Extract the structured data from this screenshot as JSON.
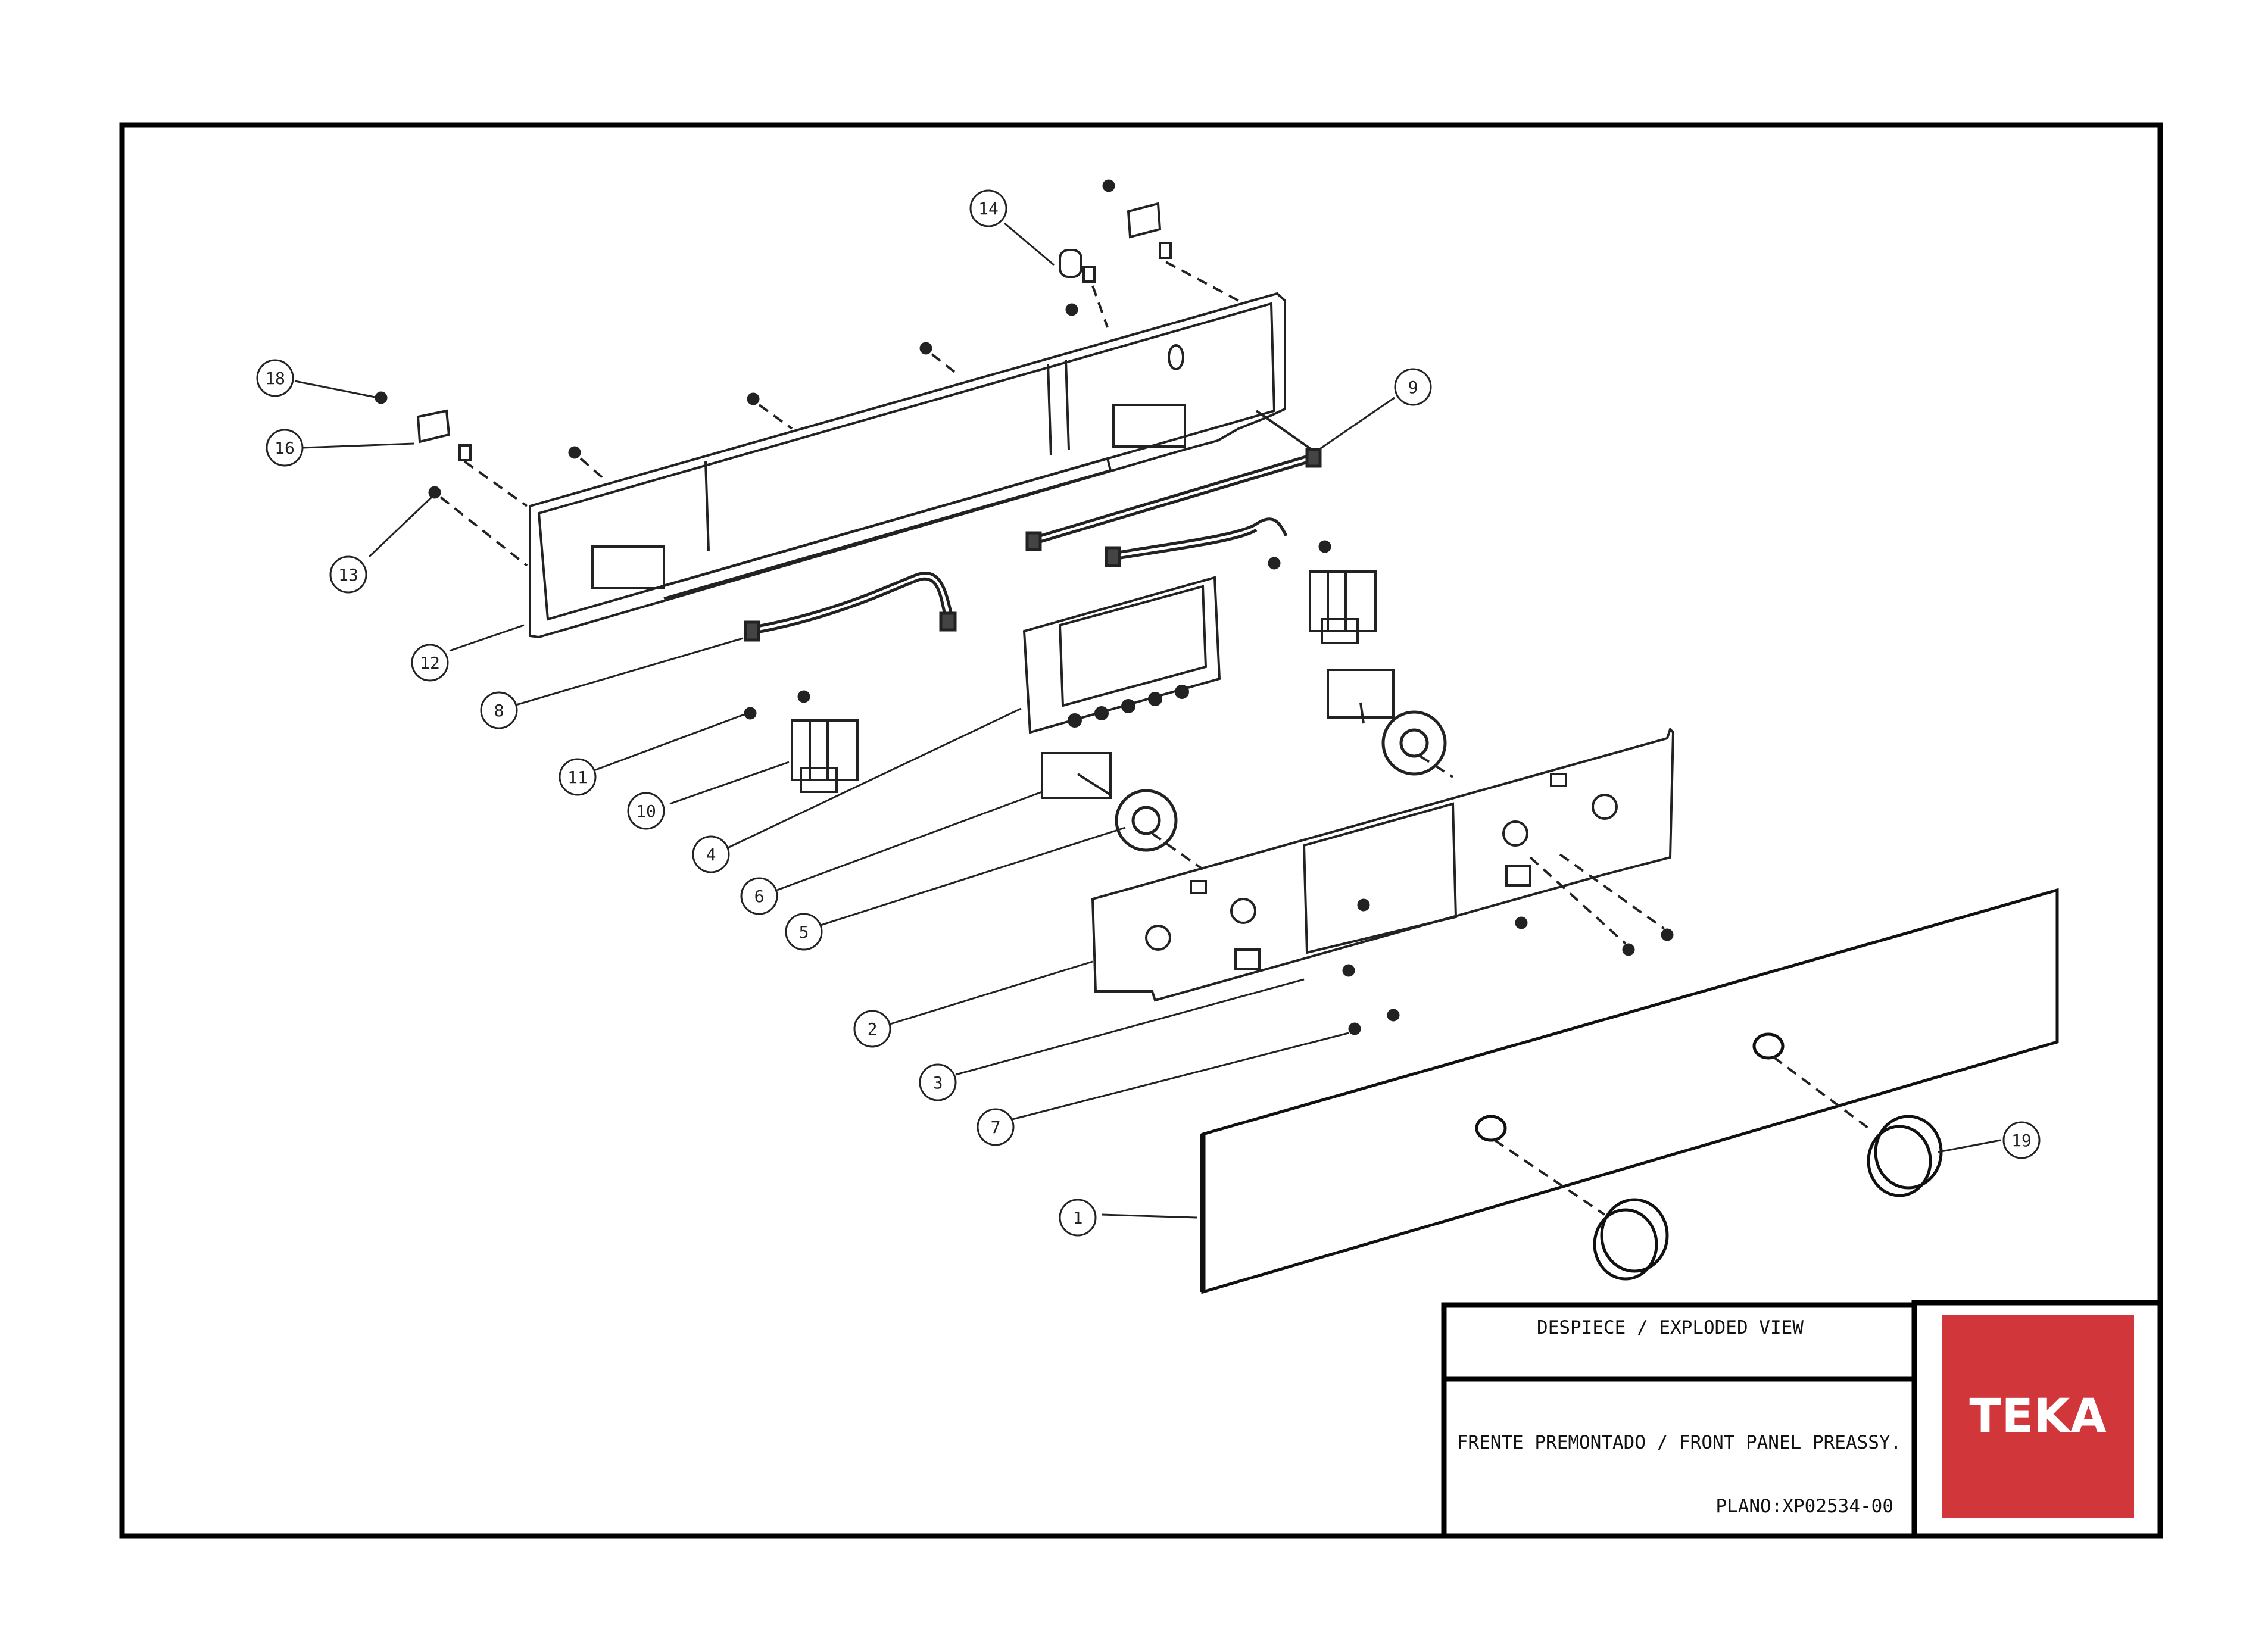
{
  "title_block": {
    "title": "DESPIECE / EXPLODED VIEW",
    "subtitle": "FRENTE PREMONTADO / FRONT PANEL PREASSY.",
    "plano": "PLANO:XP02534-00"
  },
  "brand": {
    "name": "TEKA",
    "color": "#d1373a"
  },
  "callouts": [
    "1",
    "2",
    "3",
    "4",
    "5",
    "6",
    "7",
    "8",
    "9",
    "10",
    "11",
    "12",
    "13",
    "14",
    "16",
    "18",
    "19"
  ]
}
